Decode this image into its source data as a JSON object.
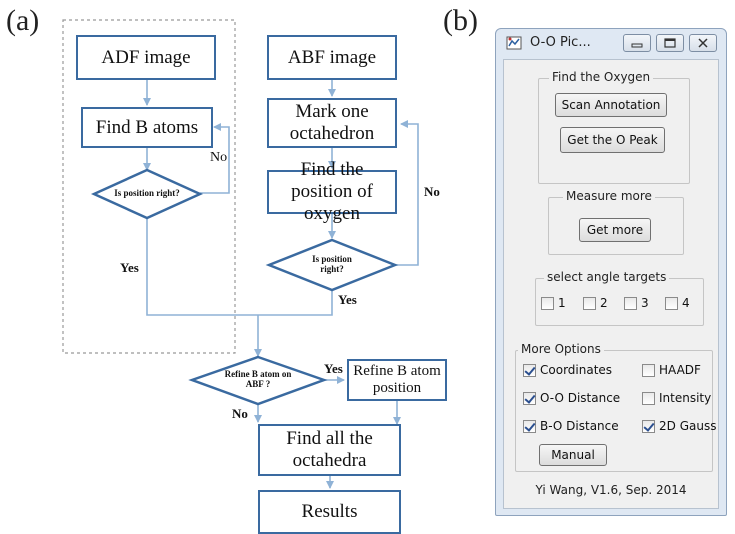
{
  "labels": {
    "a": "(a)",
    "b": "(b)"
  },
  "flowchart": {
    "adf_image": "ADF image",
    "find_b": "Find B atoms",
    "d1": "Is position right?",
    "no_left": "No",
    "yes_left": "Yes",
    "abf_image": "ABF image",
    "mark_oct": "Mark one octahedron",
    "find_oxy": "Find the position of oxygen",
    "d2": "Is position right?",
    "no_right": "No",
    "yes_mid": "Yes",
    "d3": "Refine B atom on ABF ?",
    "yes_right": "Yes",
    "refine_b": "Refine B atom position",
    "no_bottom": "No",
    "find_all": "Find all the octahedra",
    "results": "Results"
  },
  "window": {
    "title": "O-O Pic...",
    "icons": {
      "app": "app-icon",
      "minimize": "minimize-icon",
      "maximize": "maximize-icon",
      "close": "close-icon"
    },
    "find_oxygen": {
      "title": "Find the Oxygen",
      "scan": "Scan Annotation",
      "get_peak": "Get the O Peak"
    },
    "measure_more": {
      "title": "Measure more",
      "get_more": "Get more"
    },
    "angles": {
      "title": "select angle targets",
      "options": [
        "1",
        "2",
        "3",
        "4"
      ]
    },
    "more_options": {
      "title": "More Options",
      "items": [
        {
          "label": "Coordinates",
          "checked": true
        },
        {
          "label": "HAADF",
          "checked": false
        },
        {
          "label": "O-O Distance",
          "checked": true
        },
        {
          "label": "Intensity",
          "checked": false
        },
        {
          "label": "B-O Distance",
          "checked": true
        },
        {
          "label": "2D Gauss",
          "checked": true
        }
      ],
      "manual": "Manual"
    },
    "footer": "Yi Wang, V1.6, Sep. 2014"
  },
  "colors": {
    "box_border": "#3a6aa0",
    "arrow": "#8fb2d6",
    "dotted": "#999999"
  }
}
